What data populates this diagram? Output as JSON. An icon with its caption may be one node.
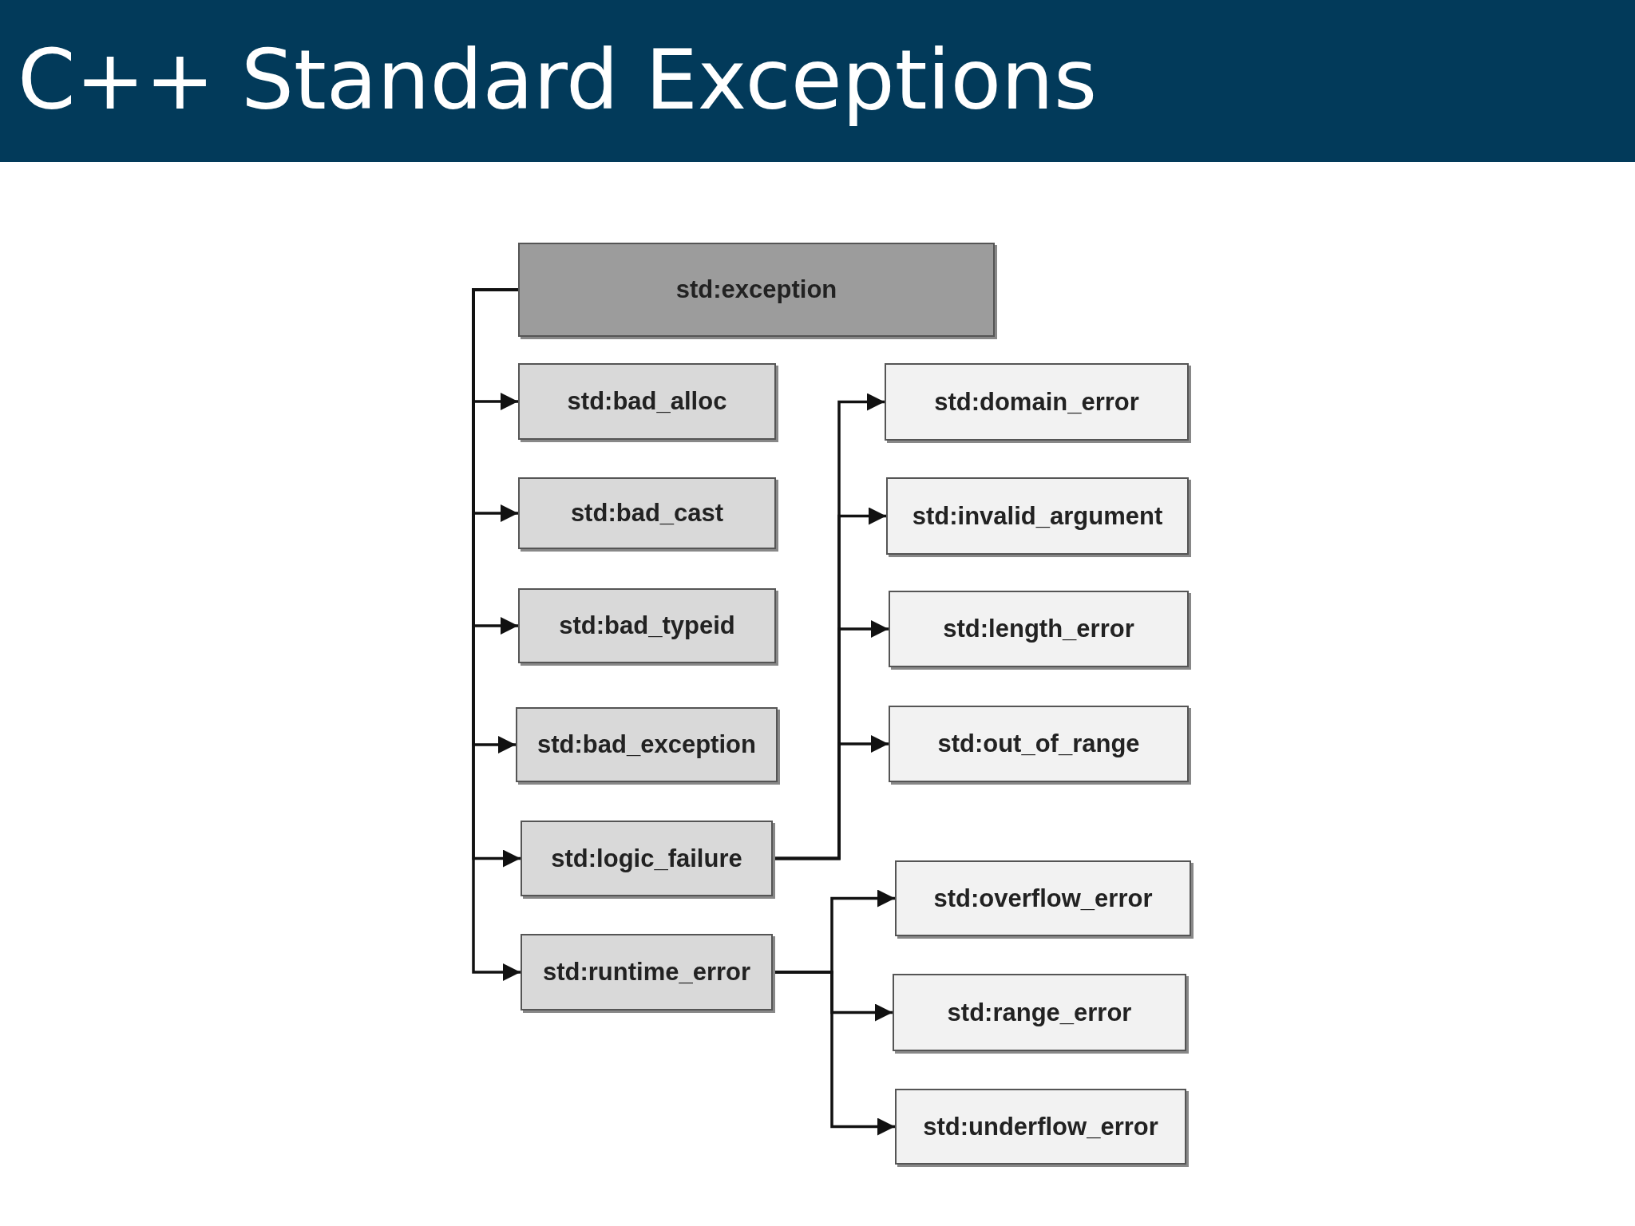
{
  "diagram": {
    "title": "C++ Standard Exceptions",
    "nodes": [
      {
        "text": [
          "std:exception"
        ]
      },
      {
        "text": [
          "std:bad_alloc"
        ]
      },
      {
        "text": [
          "std:bad_cast"
        ]
      },
      {
        "text": [
          "std:bad_typeid"
        ]
      },
      {
        "text": [
          "std:bad_exception"
        ]
      },
      {
        "text": [
          "std:logic_failure"
        ]
      },
      {
        "text": [
          "std:runtime_error"
        ]
      },
      {
        "text": [
          "std:domain_error"
        ]
      },
      {
        "text": [
          "std:invalid_argument"
        ]
      },
      {
        "text": [
          "std:length_error"
        ]
      },
      {
        "text": [
          "std:out_of_range"
        ]
      },
      {
        "text": [
          "std:overflow_error"
        ]
      },
      {
        "text": [
          "std:range_error"
        ]
      },
      {
        "text": [
          "std:underflow_error"
        ]
      }
    ],
    "edges": [
      {
        "from": 0,
        "to": 1,
        "arrow": "to"
      },
      {
        "from": 0,
        "to": 2,
        "arrow": "to"
      },
      {
        "from": 0,
        "to": 3,
        "arrow": "to"
      },
      {
        "from": 0,
        "to": 4,
        "arrow": "to"
      },
      {
        "from": 0,
        "to": 5,
        "arrow": "to"
      },
      {
        "from": 0,
        "to": 6,
        "arrow": "to"
      },
      {
        "from": 5,
        "to": 7,
        "arrow": "to"
      },
      {
        "from": 5,
        "to": 8,
        "arrow": "to"
      },
      {
        "from": 5,
        "to": 9,
        "arrow": "to"
      },
      {
        "from": 5,
        "to": 10,
        "arrow": "to"
      },
      {
        "from": 6,
        "to": 11,
        "arrow": "to"
      },
      {
        "from": 6,
        "to": 12,
        "arrow": "to"
      },
      {
        "from": 6,
        "to": 13,
        "arrow": "to"
      }
    ]
  }
}
